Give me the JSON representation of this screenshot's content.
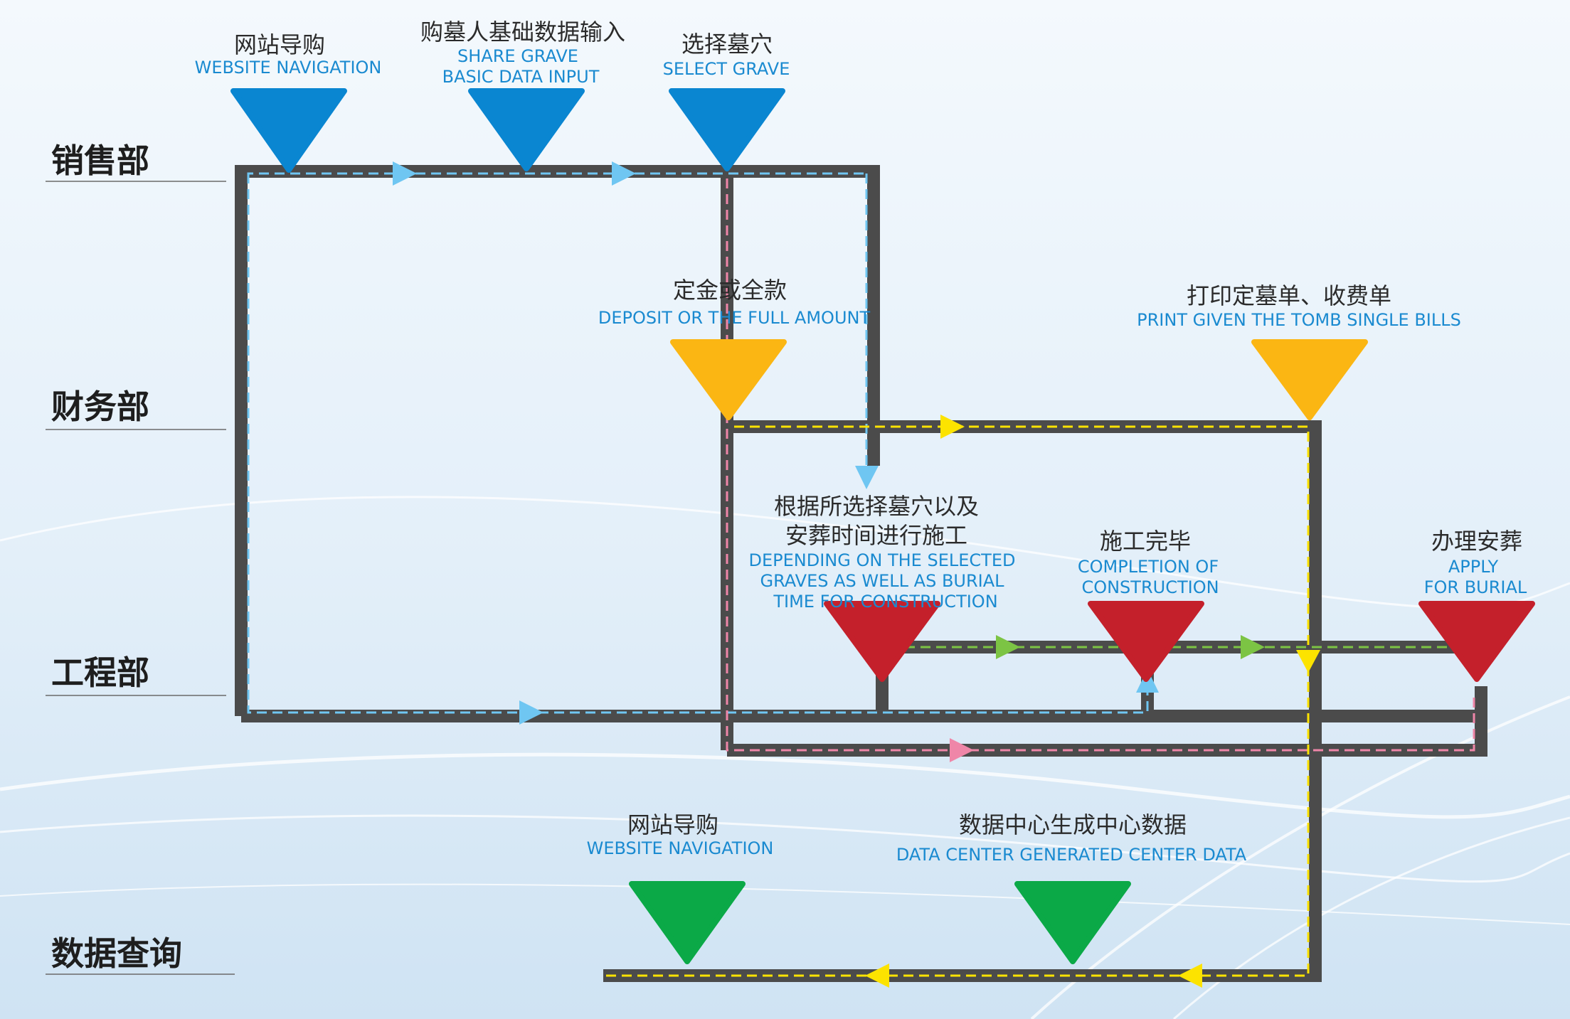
{
  "departments": {
    "sales": "销售部",
    "finance": "财务部",
    "engineering": "工程部",
    "data_query": "数据查询"
  },
  "nodes": {
    "website_nav": {
      "cn": "网站导购",
      "en": [
        "WEBSITE NAVIGATION"
      ],
      "color": "#0a86d1",
      "shape": "down-triangle"
    },
    "share_grave": {
      "cn": "购墓人基础数据输入",
      "en": [
        "SHARE GRAVE",
        "BASIC DATA INPUT"
      ],
      "color": "#0a86d1",
      "shape": "down-triangle"
    },
    "select_grave": {
      "cn": "选择墓穴",
      "en": [
        "SELECT GRAVE"
      ],
      "color": "#0a86d1",
      "shape": "down-triangle"
    },
    "deposit": {
      "cn": "定金或全款",
      "en": [
        "DEPOSIT OR THE FULL AMOUNT"
      ],
      "color": "#fbb613",
      "shape": "down-triangle"
    },
    "print_bills": {
      "cn": "打印定墓单、收费单",
      "en": [
        "PRINT GIVEN THE TOMB SINGLE BILLS"
      ],
      "color": "#fbb613",
      "shape": "down-triangle"
    },
    "construction": {
      "cn": [
        "根据所选择墓穴以及",
        "安葬时间进行施工"
      ],
      "en": [
        "DEPENDING ON THE SELECTED",
        "GRAVES AS  WELL AS BURIAL",
        "TIME FOR CONSTRUCTION"
      ],
      "color": "#c4202b",
      "shape": "down-triangle"
    },
    "completion": {
      "cn": "施工完毕",
      "en": [
        "COMPLETION OF",
        "CONSTRUCTION"
      ],
      "color": "#c4202b",
      "shape": "down-triangle"
    },
    "burial": {
      "cn": "办理安葬",
      "en": [
        "APPLY",
        "FOR BURIAL"
      ],
      "color": "#c4202b",
      "shape": "down-triangle"
    },
    "website_nav_2": {
      "cn": "网站导购",
      "en": [
        "WEBSITE NAVIGATION"
      ],
      "color": "#0ba947",
      "shape": "down-triangle"
    },
    "data_center": {
      "cn": "数据中心生成中心数据",
      "en": [
        "DATA CENTER GENERATED CENTER DATA"
      ],
      "color": "#0ba947",
      "shape": "down-triangle"
    }
  },
  "flow_colors": {
    "pipe": "#4b4b4b",
    "blue": "#6fc6f2",
    "pink": "#ef86a8",
    "yellow": "#fce300",
    "green": "#7cc444"
  }
}
